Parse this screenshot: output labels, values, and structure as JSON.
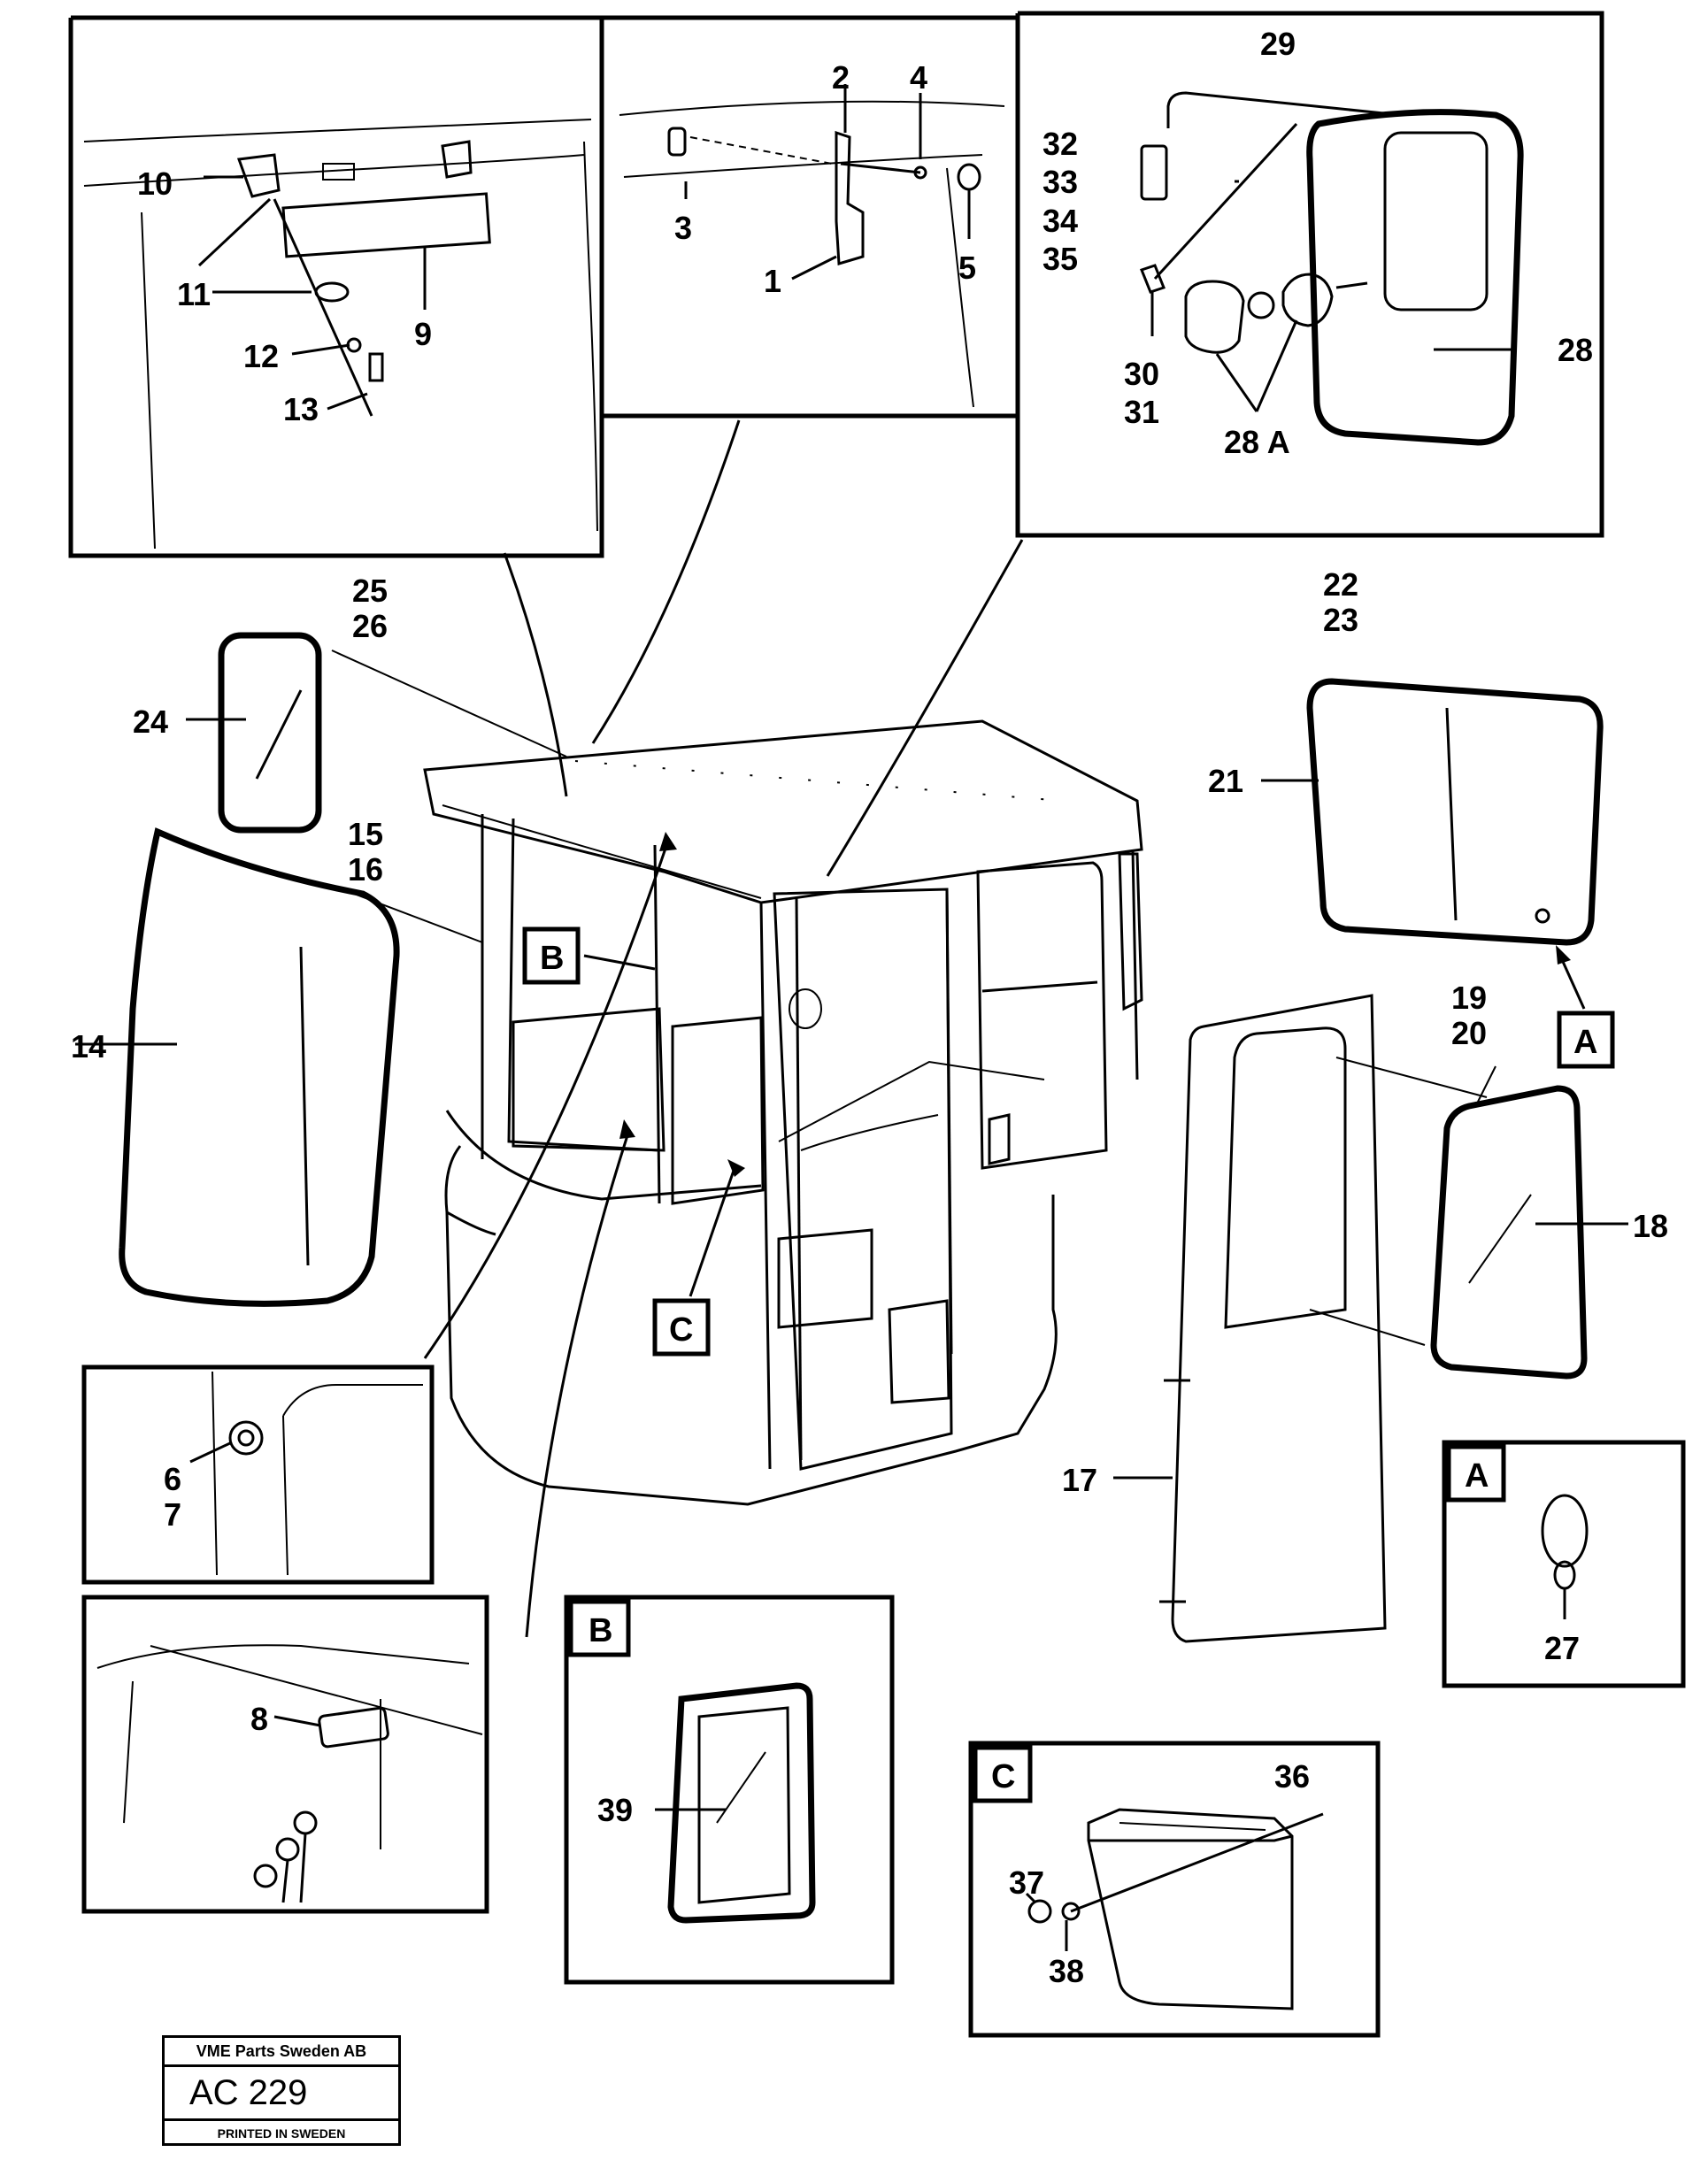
{
  "part_numbers": {
    "n1": "1",
    "n2": "2",
    "n3": "3",
    "n4": "4",
    "n5": "5",
    "n6": "6",
    "n7": "7",
    "n8": "8",
    "n9": "9",
    "n10": "10",
    "n11": "11",
    "n12": "12",
    "n13": "13",
    "n14": "14",
    "n15": "15",
    "n16": "16",
    "n17": "17",
    "n18": "18",
    "n19": "19",
    "n20": "20",
    "n21": "21",
    "n22": "22",
    "n23": "23",
    "n24": "24",
    "n25": "25",
    "n26": "26",
    "n27": "27",
    "n28": "28",
    "n28a": "28 A",
    "n29": "29",
    "n30": "30",
    "n31": "31",
    "n32": "32",
    "n33": "33",
    "n34": "34",
    "n35": "35",
    "n36": "36",
    "n37": "37",
    "n38": "38",
    "n39": "39"
  },
  "detail_refs": {
    "a": "A",
    "b": "B",
    "c": "C"
  },
  "stamp": {
    "company": "VME Parts Sweden AB",
    "code": "AC 229",
    "printed": "PRINTED IN SWEDEN"
  }
}
